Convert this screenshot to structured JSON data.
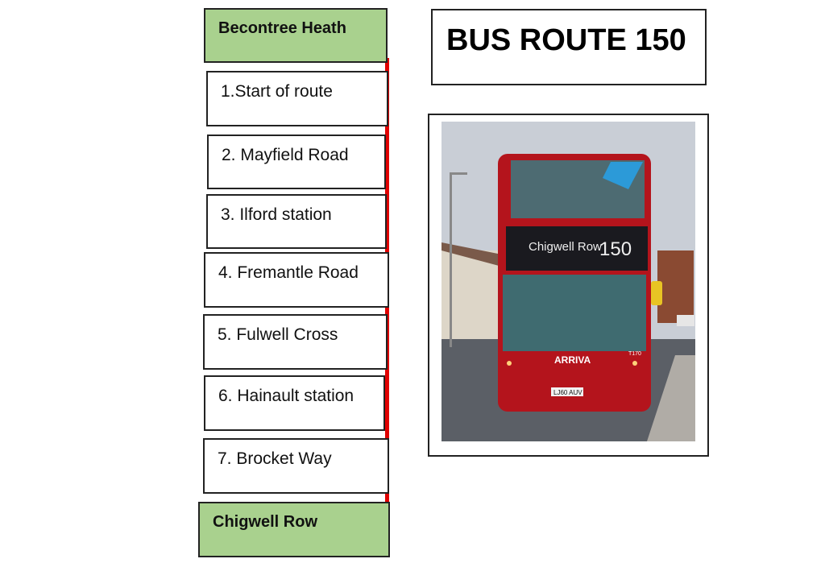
{
  "route": {
    "start": "Becontree Heath",
    "stops": [
      "1.Start of route",
      "2. Mayfield Road",
      "3. Ilford station",
      "4. Fremantle Road",
      "5. Fulwell Cross",
      "6. Hainault station",
      "7. Brocket Way"
    ],
    "end": "Chigwell Row"
  },
  "title": "BUS ROUTE 150",
  "photo": {
    "destination": "Chigwell Row",
    "number": "150",
    "operator": "ARRIVA",
    "fleet": "T170",
    "plate": "LJ60 AUV"
  },
  "colors": {
    "terminus": "#a9d18e",
    "route_line": "#e00000",
    "bus": "#b4141c"
  }
}
